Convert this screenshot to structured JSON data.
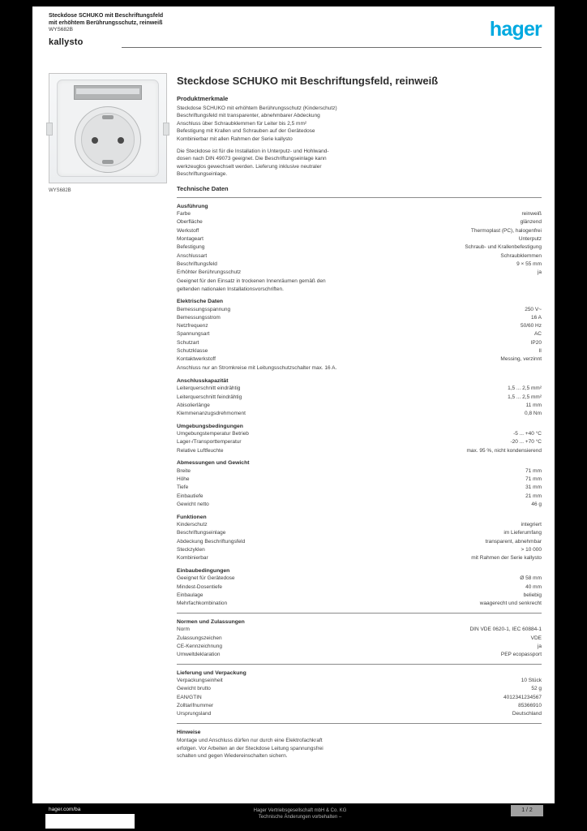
{
  "brand": {
    "logo_text": "hager",
    "color": "#00a9e0"
  },
  "header": {
    "lines": [
      {
        "text": "Steckdose SCHUKO mit Beschriftungsfeld",
        "bold": true
      },
      {
        "text": "mit erhöhtem Berührungsschutz, reinweiß",
        "bold": true
      },
      {
        "text": "WYS682B",
        "bold": false
      }
    ],
    "program": "kallysto"
  },
  "figure": {
    "caption": "WYS682B"
  },
  "title": "Steckdose SCHUKO mit Beschriftungsfeld, reinweiß",
  "intro": {
    "heading": "Produktmerkmale",
    "lines": [
      "Steckdose SCHUKO mit erhöhtem Berührungsschutz (Kinderschutz)",
      "Beschriftungsfeld mit transparenter, abnehmbarer Abdeckung",
      "Anschluss über Schraubklemmen für Leiter bis 2,5 mm²",
      "Befestigung mit Krallen und Schrauben auf der Gerätedose",
      "Kombinierbar mit allen Rahmen der Serie kallysto"
    ],
    "para2": [
      "Die Steckdose ist für die Installation in Unterputz- und Hohlwand-",
      "dosen nach DIN 49073 geeignet. Die Beschriftungseinlage kann",
      "werkzeuglos gewechselt werden. Lieferung inklusive neutraler",
      "Beschriftungseinlage."
    ]
  },
  "tech_heading": "Technische Daten",
  "sections": [
    {
      "heading": "Ausführung",
      "divider_before": true,
      "rows": [
        {
          "label": "Farbe",
          "value": "reinweiß"
        },
        {
          "label": "Oberfläche",
          "value": "glänzend"
        },
        {
          "label": "Werkstoff",
          "value": "Thermoplast (PC), halogenfrei"
        },
        {
          "label": "Montageart",
          "value": "Unterputz"
        },
        {
          "label": "Befestigung",
          "value": "Schraub- und Krallenbefestigung"
        },
        {
          "label": "Anschlussart",
          "value": "Schraubklemmen"
        },
        {
          "label": "Beschriftungsfeld",
          "value": "9 × 55 mm"
        },
        {
          "label": "Erhöhter Berührungsschutz",
          "value": "ja"
        }
      ],
      "notes": [
        "Geeignet für den Einsatz in trockenen Innenräumen gemäß den",
        "geltenden nationalen Installationsvorschriften."
      ]
    },
    {
      "heading": "Elektrische Daten",
      "rows": [
        {
          "label": "Bemessungsspannung",
          "value": "250 V~"
        },
        {
          "label": "Bemessungsstrom",
          "value": "16 A"
        },
        {
          "label": "Netzfrequenz",
          "value": "50/60 Hz"
        },
        {
          "label": "Spannungsart",
          "value": "AC"
        },
        {
          "label": "Schutzart",
          "value": "IP20"
        },
        {
          "label": "Schutzklasse",
          "value": "II"
        },
        {
          "label": "Kontaktwerkstoff",
          "value": "Messing, verzinnt"
        }
      ],
      "notes": [
        "Anschluss nur an Stromkreise mit Leitungsschutzschalter max. 16 A."
      ]
    },
    {
      "heading": "Anschlusskapazität",
      "rows": [
        {
          "label": "Leiterquerschnitt eindrähtig",
          "value": "1,5 ... 2,5 mm²"
        },
        {
          "label": "Leiterquerschnitt feindrähtig",
          "value": "1,5 ... 2,5 mm²"
        },
        {
          "label": "Abisolierlänge",
          "value": "11 mm"
        },
        {
          "label": "Klemmenanzugsdrehmoment",
          "value": "0,8 Nm"
        }
      ]
    },
    {
      "heading": "Umgebungsbedingungen",
      "rows": [
        {
          "label": "Umgebungstemperatur Betrieb",
          "value": "-5 ... +40 °C"
        },
        {
          "label": "Lager-/Transporttemperatur",
          "value": "-20 ... +70 °C"
        },
        {
          "label": "Relative Luftfeuchte",
          "value": "max. 95 %, nicht kondensierend"
        }
      ]
    },
    {
      "heading": "Abmessungen und Gewicht",
      "rows": [
        {
          "label": "Breite",
          "value": "71 mm"
        },
        {
          "label": "Höhe",
          "value": "71 mm"
        },
        {
          "label": "Tiefe",
          "value": "31 mm"
        },
        {
          "label": "Einbautiefe",
          "value": "21 mm"
        },
        {
          "label": "Gewicht netto",
          "value": "46 g"
        }
      ]
    },
    {
      "heading": "Funktionen",
      "rows": [
        {
          "label": "Kinderschutz",
          "value": "integriert"
        },
        {
          "label": "Beschriftungseinlage",
          "value": "im Lieferumfang"
        },
        {
          "label": "Abdeckung Beschriftungsfeld",
          "value": "transparent, abnehmbar"
        },
        {
          "label": "Steckzyklen",
          "value": "> 10 000"
        },
        {
          "label": "Kombinierbar",
          "value": "mit Rahmen der Serie kallysto"
        }
      ]
    },
    {
      "heading": "Einbaubedingungen",
      "rows": [
        {
          "label": "Geeignet für Gerätedose",
          "value": "Ø 58 mm"
        },
        {
          "label": "Mindest-Dosentiefe",
          "value": "40 mm"
        },
        {
          "label": "Einbaulage",
          "value": "beliebig"
        },
        {
          "label": "Mehrfachkombination",
          "value": "waagerecht und senkrecht"
        }
      ]
    },
    {
      "heading": "Normen und Zulassungen",
      "divider_before": true,
      "rows": [
        {
          "label": "Norm",
          "value": "DIN VDE 0620-1, IEC 60884-1"
        },
        {
          "label": "Zulassungszeichen",
          "value": "VDE"
        },
        {
          "label": "CE-Kennzeichnung",
          "value": "ja"
        },
        {
          "label": "Umweltdeklaration",
          "value": "PEP ecopassport"
        }
      ]
    },
    {
      "heading": "Lieferung und Verpackung",
      "divider_before": true,
      "rows": [
        {
          "label": "Verpackungseinheit",
          "value": "10 Stück"
        },
        {
          "label": "Gewicht brutto",
          "value": "52 g"
        },
        {
          "label": "EAN/GTIN",
          "value": "4012341234567"
        },
        {
          "label": "Zolltarifnummer",
          "value": "85366910"
        },
        {
          "label": "Ursprungsland",
          "value": "Deutschland"
        }
      ]
    },
    {
      "heading": "Hinweise",
      "divider_before": true,
      "rows": [],
      "notes": [
        "Montage und Anschluss dürfen nur durch eine Elektrofachkraft",
        "erfolgen. Vor Arbeiten an der Steckdose Leitung spannungsfrei",
        "schalten und gegen Wiedereinschalten sichern."
      ]
    }
  ],
  "footer": {
    "left": "hager.com/ba",
    "center_line1": "Hager Vertriebsgesellschaft mbH & Co. KG",
    "center_line2": "Technische Änderungen vorbehalten –",
    "page": "1 / 2"
  }
}
